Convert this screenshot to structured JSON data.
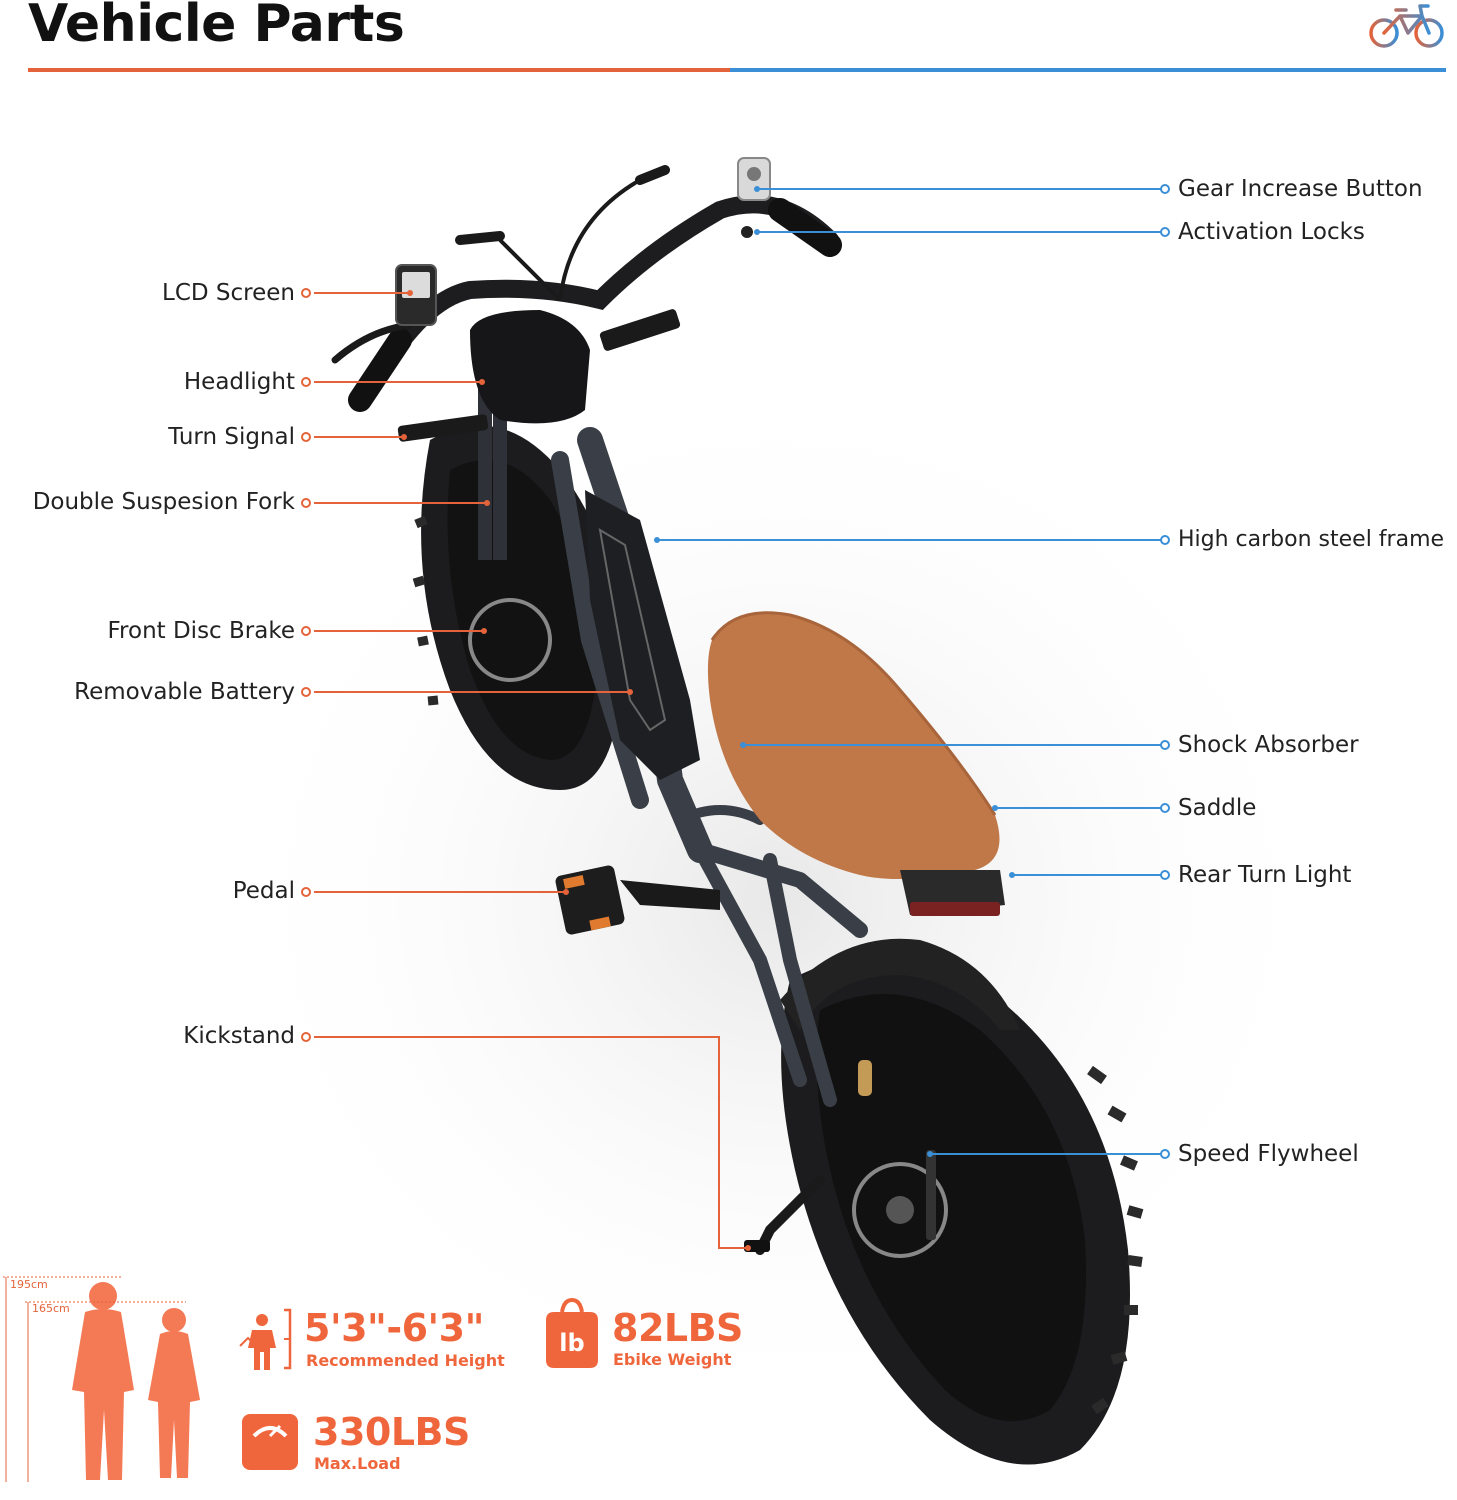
{
  "header": {
    "title": "Vehicle Parts",
    "logo_icon": "bicycle-icon"
  },
  "colors": {
    "accent_orange": "#e4633a",
    "accent_blue": "#3a8fd6",
    "spec_orange": "#f0663c",
    "saddle_brown": "#c07848"
  },
  "parts_left": [
    {
      "label": "LCD Screen"
    },
    {
      "label": "Headlight"
    },
    {
      "label": "Turn Signal"
    },
    {
      "label": "Double Suspesion Fork"
    },
    {
      "label": "Front Disc Brake"
    },
    {
      "label": "Removable Battery"
    },
    {
      "label": "Pedal"
    },
    {
      "label": "Kickstand"
    }
  ],
  "parts_right": [
    {
      "label": "Gear Increase Button"
    },
    {
      "label": "Activation Locks"
    },
    {
      "label": "High carbon steel frame"
    },
    {
      "label": "Shock Absorber"
    },
    {
      "label": "Saddle"
    },
    {
      "label": "Rear Turn Light"
    },
    {
      "label": "Speed Flywheel"
    }
  ],
  "specs": {
    "height_tall": "195cm",
    "height_short": "165cm",
    "recommended_height": {
      "value": "5'3\"-6'3\"",
      "caption": "Recommended Height",
      "icon": "person-icon"
    },
    "weight": {
      "value": "82LBS",
      "caption": "Ebike Weight",
      "icon": "weight-bag-icon",
      "icon_text": "lb"
    },
    "max_load": {
      "value": "330LBS",
      "caption": "Max.Load",
      "icon": "scale-icon"
    }
  }
}
